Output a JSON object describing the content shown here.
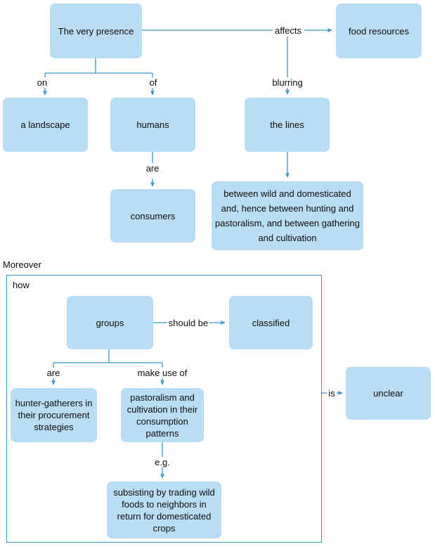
{
  "diagram": {
    "type": "concept-map",
    "accent_color": "#3f93c7",
    "node_fill": "#b9ddf4",
    "text_color": "#0d0d0d",
    "nodes": [
      {
        "id": "very-presence",
        "label": "The very presence"
      },
      {
        "id": "food-resources",
        "label": "food resources"
      },
      {
        "id": "a-landscape",
        "label": "a landscape"
      },
      {
        "id": "humans",
        "label": "humans"
      },
      {
        "id": "the-lines",
        "label": "the lines"
      },
      {
        "id": "consumers",
        "label": "consumers"
      },
      {
        "id": "between-wild",
        "label": "between wild and domesticated and, hence between hunting and pastoralism, and between gathering and cultivation"
      },
      {
        "id": "groups",
        "label": "groups"
      },
      {
        "id": "classified",
        "label": "classified"
      },
      {
        "id": "hunter-gatherers",
        "label": "hunter-gatherers in their procurement strategies"
      },
      {
        "id": "pastoralism",
        "label": "pastoralism and cultivation in their consumption patterns"
      },
      {
        "id": "subsisting",
        "label": "subsisting by trading wild foods to neighbors in return for domesticated crops"
      },
      {
        "id": "unclear",
        "label": "unclear"
      }
    ],
    "edge_labels": [
      {
        "id": "affects",
        "label": "affects"
      },
      {
        "id": "on",
        "label": "on"
      },
      {
        "id": "of",
        "label": "of"
      },
      {
        "id": "blurring",
        "label": "blurring"
      },
      {
        "id": "are-humans",
        "label": "are"
      },
      {
        "id": "should-be",
        "label": "should be"
      },
      {
        "id": "are-groups",
        "label": "are"
      },
      {
        "id": "make-use-of",
        "label": "make use of"
      },
      {
        "id": "eg",
        "label": "e.g."
      },
      {
        "id": "is",
        "label": "is"
      }
    ],
    "plain_labels": [
      {
        "id": "moreover",
        "label": "Moreover"
      },
      {
        "id": "how",
        "label": "how"
      }
    ]
  }
}
